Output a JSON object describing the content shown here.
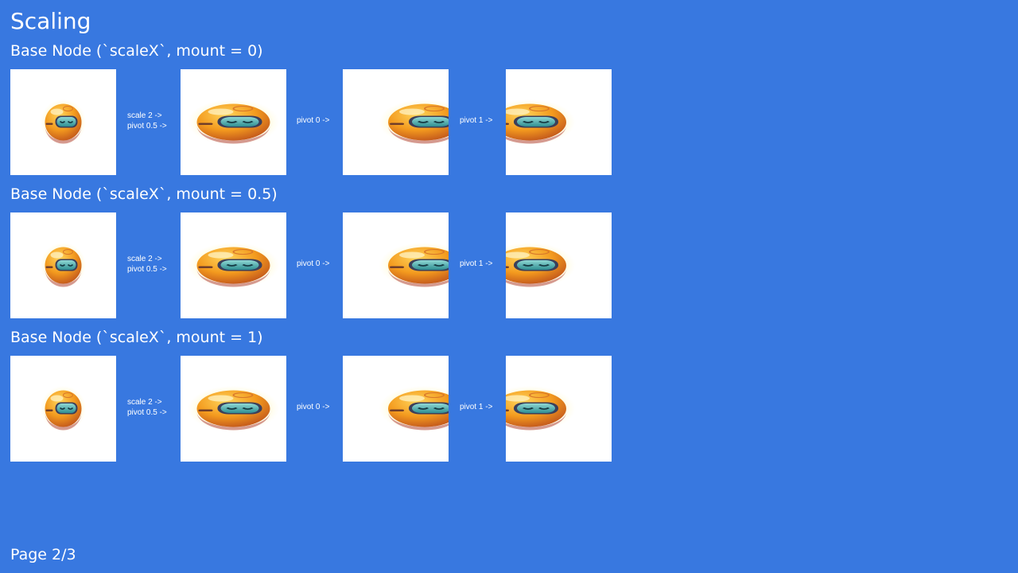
{
  "page": {
    "title": "Scaling",
    "footer": "Page 2/3",
    "background_color": "#3878e0",
    "tile_color": "#ffffff"
  },
  "sprite": {
    "icon": "orange-robot-ball-icon",
    "body_color": "#f39a1e",
    "visor_color": "#3fa6a6",
    "glow_color": "#fff7a8"
  },
  "rows": [
    {
      "heading": "Base Node (`scaleX`, mount = 0)",
      "captions": {
        "scale": "scale 2 ->",
        "pivot_half": "pivot 0.5 ->",
        "pivot_zero": "pivot 0 ->",
        "pivot_one": "pivot 1 ->"
      }
    },
    {
      "heading": "Base Node (`scaleX`, mount = 0.5)",
      "captions": {
        "scale": "scale 2 ->",
        "pivot_half": "pivot 0.5 ->",
        "pivot_zero": "pivot 0 ->",
        "pivot_one": "pivot 1 ->"
      }
    },
    {
      "heading": "Base Node (`scaleX`, mount = 1)",
      "captions": {
        "scale": "scale 2 ->",
        "pivot_half": "pivot 0.5 ->",
        "pivot_zero": "pivot 0 ->",
        "pivot_one": "pivot 1 ->"
      }
    }
  ]
}
